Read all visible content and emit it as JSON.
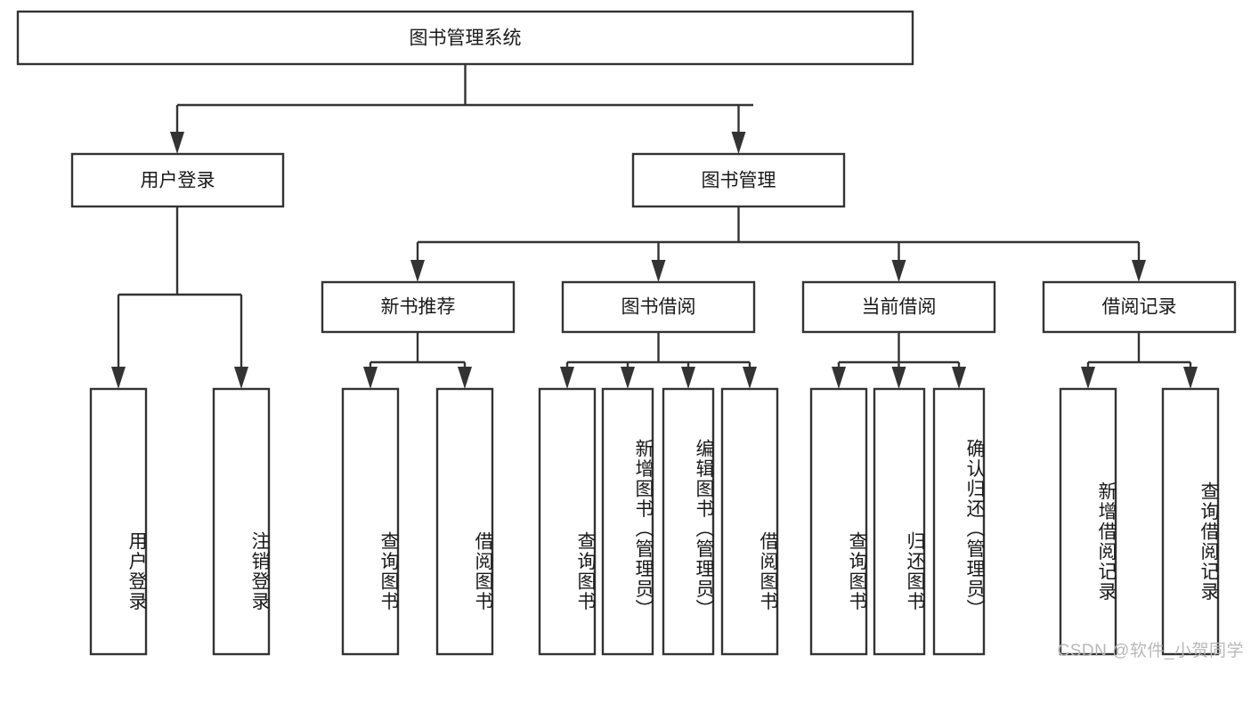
{
  "diagram": {
    "title": "图书管理系统",
    "type": "tree",
    "orientation": "top-down",
    "colors": {
      "box_fill": "#ffffff",
      "box_stroke": "#333333",
      "text": "#1a1a1a",
      "background": "#ffffff",
      "watermark": "#b8b8b8"
    },
    "root": {
      "id": "root",
      "label": "图书管理系统"
    },
    "level2": [
      {
        "id": "user-login",
        "label": "用户登录"
      },
      {
        "id": "book-management",
        "label": "图书管理"
      }
    ],
    "level3": [
      {
        "id": "new-book-recommend",
        "label": "新书推荐",
        "parent": "book-management"
      },
      {
        "id": "book-borrow",
        "label": "图书借阅",
        "parent": "book-management"
      },
      {
        "id": "current-borrow",
        "label": "当前借阅",
        "parent": "book-management"
      },
      {
        "id": "borrow-record",
        "label": "借阅记录",
        "parent": "book-management"
      }
    ],
    "leaves": [
      {
        "id": "leaf-user-login",
        "label": "用户登录",
        "parent": "user-login"
      },
      {
        "id": "leaf-logout-login",
        "label": "注销登录",
        "parent": "user-login"
      },
      {
        "id": "leaf-query-book-1",
        "label": "查询图书",
        "parent": "new-book-recommend"
      },
      {
        "id": "leaf-borrow-book-1",
        "label": "借阅图书",
        "parent": "new-book-recommend"
      },
      {
        "id": "leaf-query-book-2",
        "label": "查询图书",
        "parent": "book-borrow"
      },
      {
        "id": "leaf-add-book",
        "label": "新增图书（管理员）",
        "parent": "book-borrow"
      },
      {
        "id": "leaf-edit-book",
        "label": "编辑图书（管理员）",
        "parent": "book-borrow"
      },
      {
        "id": "leaf-borrow-book-2",
        "label": "借阅图书",
        "parent": "book-borrow"
      },
      {
        "id": "leaf-query-book-3",
        "label": "查询图书",
        "parent": "current-borrow"
      },
      {
        "id": "leaf-return-book",
        "label": "归还图书",
        "parent": "current-borrow"
      },
      {
        "id": "leaf-confirm-return",
        "label": "确认归还（管理员）",
        "parent": "current-borrow"
      },
      {
        "id": "leaf-add-record",
        "label": "新增借阅记录",
        "parent": "borrow-record"
      },
      {
        "id": "leaf-query-record",
        "label": "查询借阅记录",
        "parent": "borrow-record"
      }
    ]
  },
  "watermark": {
    "text": "CSDN @软件_小贺同学"
  }
}
